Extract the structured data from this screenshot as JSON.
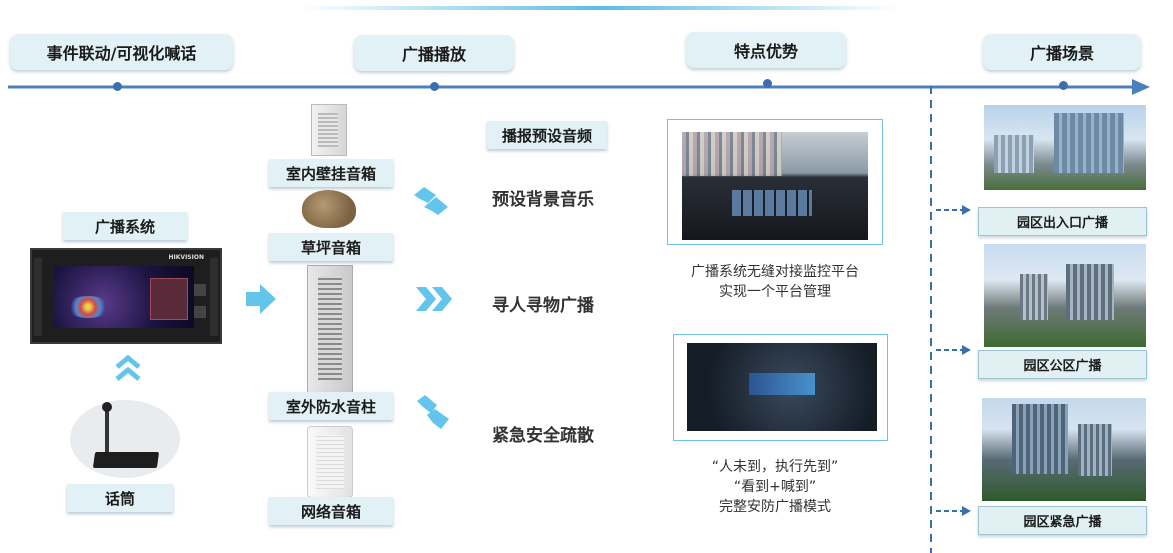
{
  "timeline": {
    "stages": [
      {
        "label": "事件联动/可视化喊话"
      },
      {
        "label": "广播播放"
      },
      {
        "label": "特点优势"
      },
      {
        "label": "广播场景"
      }
    ]
  },
  "system": {
    "label": "广播系统",
    "device_brand": "HIKVISION",
    "mic_label": "话筒"
  },
  "speakers": [
    {
      "label": "室内壁挂音箱"
    },
    {
      "label": "草坪音箱"
    },
    {
      "label": "室外防水音柱"
    },
    {
      "label": "网络音箱"
    }
  ],
  "playback": {
    "preset_audio_label": "播报预设音频",
    "features": [
      {
        "label": "预设背景音乐"
      },
      {
        "label": "寻人寻物广播"
      },
      {
        "label": "紧急安全疏散"
      }
    ]
  },
  "advantages": [
    {
      "text": "广播系统无缝对接监控平台\n实现一个平台管理"
    },
    {
      "text": "“人未到，执行先到”\n“看到+喊到”\n完整安防广播模式"
    }
  ],
  "scenes": [
    {
      "label": "园区出入口广播"
    },
    {
      "label": "园区公区广播"
    },
    {
      "label": "园区紧急广播"
    }
  ],
  "colors": {
    "timeline": "#4a7fc0",
    "accent_light": "#e2f1f5",
    "chevron": "#5fc6ea"
  }
}
